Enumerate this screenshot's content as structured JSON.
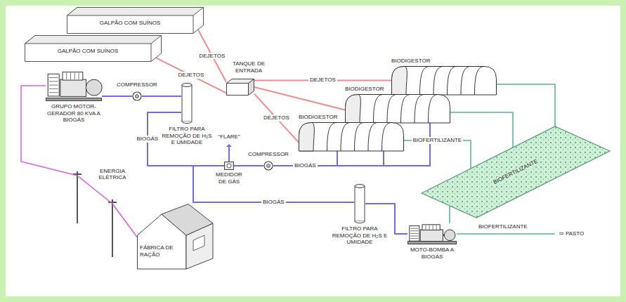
{
  "diagram": {
    "nodes": [
      {
        "text": [
          "GALPÃO COM SUÍNOS"
        ]
      },
      {
        "text": [
          "GALPÃO COM SUÍNOS"
        ]
      },
      {
        "text": [
          "TANQUE DE ENTRADA"
        ]
      },
      {
        "text": [
          "BIODIGESTOR"
        ]
      },
      {
        "text": [
          "BIODIGESTOR"
        ]
      },
      {
        "text": [
          "BIODIGESTOR"
        ]
      },
      {
        "text": [
          "GRUPO MOTOR-GERADOR 80 KVA A BIOGÁS"
        ]
      },
      {
        "text": [
          "COMPRESSOR"
        ]
      },
      {
        "text": [
          "FILTRO PARA REMOÇÃO DE H₂S E UMIDADE"
        ]
      },
      {
        "text": [
          "COMPRESSOR"
        ]
      },
      {
        "text": [
          "MEDIDOR DE GÁS"
        ]
      },
      {
        "text": [
          "BIOFERTILIZANTE"
        ]
      },
      {
        "text": [
          "FÁBRICA DE RAÇÃO"
        ]
      },
      {
        "text": [
          "FILTRO PARA REMOÇÃO DE H₂S E UMIDADE"
        ]
      },
      {
        "text": [
          "MOTO-BOMBA A BIOGÁS"
        ]
      }
    ],
    "edges": [
      {
        "from": 0,
        "to": 2,
        "label": "DEJETOS",
        "arrow": "none"
      },
      {
        "from": 1,
        "to": 2,
        "label": "DEJETOS",
        "arrow": "none"
      },
      {
        "from": 2,
        "to": 3,
        "label": "DEJETOS",
        "arrow": "none"
      },
      {
        "from": 2,
        "to": 4,
        "arrow": "none"
      },
      {
        "from": 2,
        "to": 5,
        "label": "DEJETOS",
        "arrow": "none"
      },
      {
        "from": 3,
        "to": 9,
        "arrow": "none"
      },
      {
        "from": 4,
        "to": 9,
        "arrow": "none"
      },
      {
        "from": 5,
        "to": 9,
        "label": "BIOGÁS",
        "arrow": "none"
      },
      {
        "from": 9,
        "to": 10,
        "arrow": "none"
      },
      {
        "from": 10,
        "to": 8,
        "label": "BIOGÁS",
        "arrow": "none"
      },
      {
        "from": 8,
        "to": 7,
        "arrow": "none"
      },
      {
        "from": 7,
        "to": 6,
        "arrow": "none"
      },
      {
        "from": 10,
        "to": 13,
        "label": "BIOGÁS",
        "arrow": "none"
      },
      {
        "from": 13,
        "to": 14,
        "arrow": "none"
      },
      {
        "from": 3,
        "to": 11,
        "arrow": "none"
      },
      {
        "from": 4,
        "to": 11,
        "arrow": "none"
      },
      {
        "from": 5,
        "to": 11,
        "label": "BIOFERTILIZANTE",
        "arrow": "none"
      },
      {
        "from": 11,
        "to": 14,
        "arrow": "none"
      },
      {
        "from": 6,
        "to": 12,
        "label": "ENERGIA ELÉTRICA",
        "arrow": "none"
      }
    ],
    "labels": [
      "“FLARE”",
      "BIOFERTILIZANTE",
      "⇨ PASTO"
    ]
  }
}
